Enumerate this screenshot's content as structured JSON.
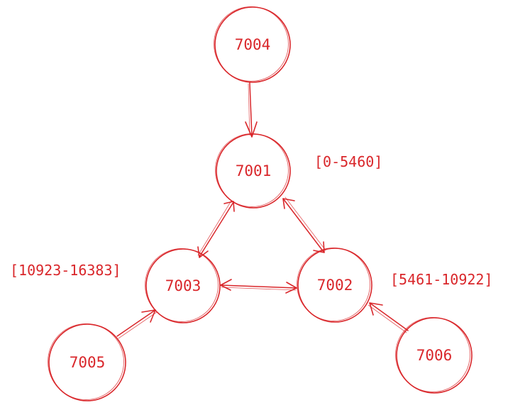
{
  "diagram": {
    "stroke_color": "#d9262a",
    "nodes": [
      {
        "id": "n7004",
        "label": "7004"
      },
      {
        "id": "n7001",
        "label": "7001"
      },
      {
        "id": "n7003",
        "label": "7003"
      },
      {
        "id": "n7002",
        "label": "7002"
      },
      {
        "id": "n7005",
        "label": "7005"
      },
      {
        "id": "n7006",
        "label": "7006"
      }
    ],
    "ranges": [
      {
        "id": "r7001",
        "text": "[0-5460]"
      },
      {
        "id": "r7002",
        "text": "[5461-10922]"
      },
      {
        "id": "r7003",
        "text": "[10923-16383]"
      }
    ],
    "edges": [
      {
        "from": "7004",
        "to": "7001",
        "direction": "forward"
      },
      {
        "from": "7001",
        "to": "7003",
        "direction": "both"
      },
      {
        "from": "7001",
        "to": "7002",
        "direction": "both"
      },
      {
        "from": "7003",
        "to": "7002",
        "direction": "both"
      },
      {
        "from": "7005",
        "to": "7003",
        "direction": "forward"
      },
      {
        "from": "7006",
        "to": "7002",
        "direction": "forward"
      }
    ]
  }
}
